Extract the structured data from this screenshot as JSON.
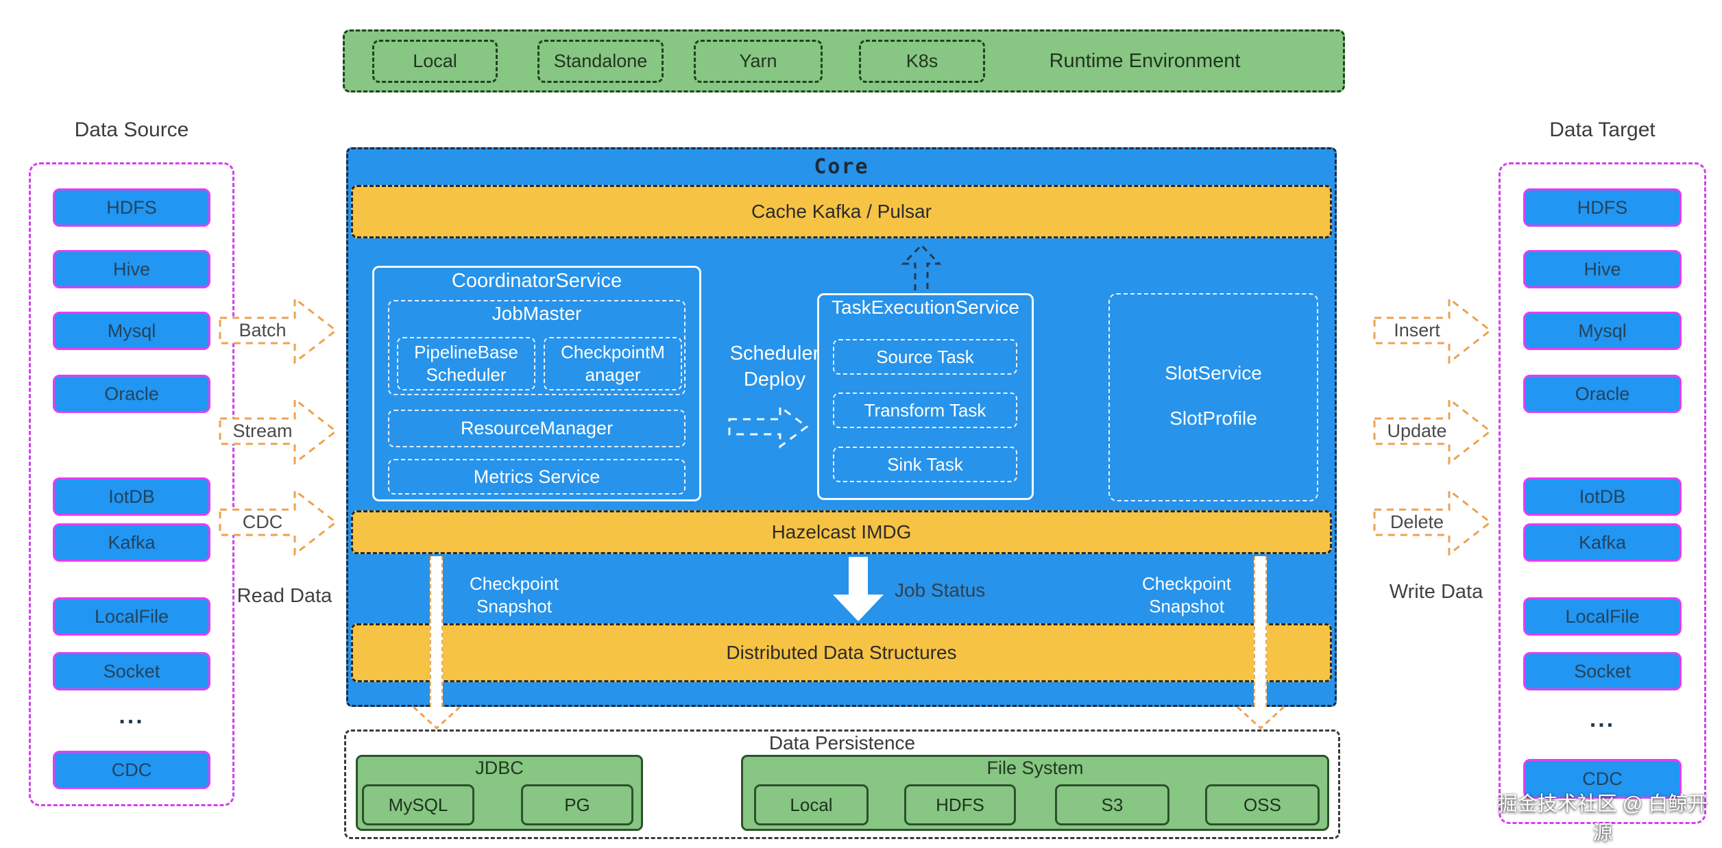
{
  "runtime": {
    "title": "Runtime Environment",
    "items": [
      "Local",
      "Standalone",
      "Yarn",
      "K8s"
    ]
  },
  "data_source": {
    "title": "Data Source",
    "items": [
      "HDFS",
      "Hive",
      "Mysql",
      "Oracle",
      "IotDB",
      "Kafka",
      "LocalFile",
      "Socket",
      "...",
      "CDC"
    ]
  },
  "data_target": {
    "title": "Data Target",
    "items": [
      "HDFS",
      "Hive",
      "Mysql",
      "Oracle",
      "IotDB",
      "Kafka",
      "LocalFile",
      "Socket",
      "...",
      "CDC"
    ]
  },
  "read_flow": {
    "arrows": [
      "Batch",
      "Stream",
      "CDC"
    ],
    "caption": "Read Data"
  },
  "write_flow": {
    "arrows": [
      "Insert",
      "Update",
      "Delete"
    ],
    "caption": "Write Data"
  },
  "core": {
    "title": "Core",
    "cache_bar": "Cache Kafka / Pulsar",
    "coordinator": {
      "title": "CoordinatorService",
      "job_master": {
        "title": "JobMaster",
        "children": [
          "PipelineBase Scheduler",
          "CheckpointManager"
        ]
      },
      "resource_manager": "ResourceManager",
      "metrics_service": "Metrics Service"
    },
    "scheduler_deploy": "Scheduler Deploy",
    "task_execution": {
      "title": "TaskExecutionService",
      "tasks": [
        "Source Task",
        "Transform Task",
        "Sink Task"
      ]
    },
    "slot": {
      "line1": "SlotService",
      "line2": "SlotProfile"
    },
    "hazelcast_bar": "Hazelcast IMDG",
    "checkpoint_left": "Checkpoint Snapshot",
    "checkpoint_right": "Checkpoint Snapshot",
    "job_status": "Job Status",
    "distributed_bar": "Distributed Data Structures"
  },
  "persistence": {
    "title": "Data Persistence",
    "jdbc": {
      "title": "JDBC",
      "items": [
        "MySQL",
        "PG"
      ]
    },
    "file_system": {
      "title": "File System",
      "items": [
        "Local",
        "HDFS",
        "S3",
        "OSS"
      ]
    }
  },
  "watermark": "掘金技术社区 @ 白鲸开源",
  "colors": {
    "core_blue": "#2793eb",
    "box_blue": "#2196f2",
    "yellow": "#f6c344",
    "green": "#87c683",
    "magenta": "#d43ef0",
    "orange_arrow": "#eda24f"
  }
}
